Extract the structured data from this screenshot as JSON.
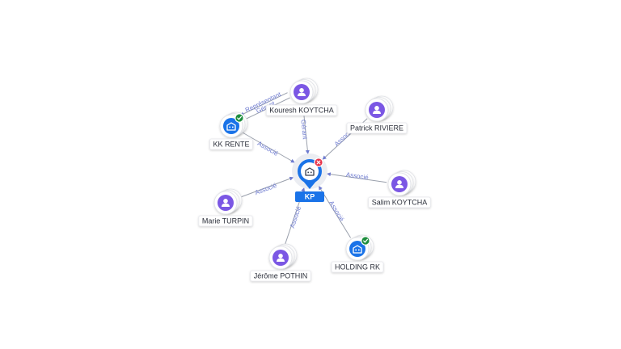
{
  "colors": {
    "person": "#7b57e4",
    "company": "#1a73e8",
    "verified": "#1e8e3e",
    "closed": "#e8334a",
    "edge_label": "#6e7bd0",
    "edge_line": "#9aa0ac"
  },
  "center": {
    "label": "KP",
    "icon": "building-icon",
    "status_icon": "closed-x-icon"
  },
  "nodes": [
    {
      "id": "kouresh",
      "label": "Kouresh KOYTCHA",
      "kind": "person",
      "icon": "person-icon"
    },
    {
      "id": "patrick",
      "label": "Patrick RIVIERE",
      "kind": "person",
      "icon": "person-icon"
    },
    {
      "id": "kkrente",
      "label": "KK RENTE",
      "kind": "company",
      "icon": "building-icon",
      "verified": true
    },
    {
      "id": "salim",
      "label": "Salim KOYTCHA",
      "kind": "person",
      "icon": "person-icon"
    },
    {
      "id": "marie",
      "label": "Marie TURPIN",
      "kind": "person",
      "icon": "person-icon"
    },
    {
      "id": "jerome",
      "label": "Jérôme POTHIN",
      "kind": "person",
      "icon": "person-icon"
    },
    {
      "id": "holding",
      "label": "HOLDING RK",
      "kind": "company",
      "icon": "building-icon",
      "verified": true
    }
  ],
  "edges": [
    {
      "from": "kouresh",
      "to": "kkrente",
      "label": "Gérant"
    },
    {
      "from": "kouresh",
      "to": "kkrente",
      "label": "Représentant"
    },
    {
      "from": "kouresh",
      "to": "center",
      "label": "Gérant"
    },
    {
      "from": "kkrente",
      "to": "center",
      "label": "Associé"
    },
    {
      "from": "patrick",
      "to": "center",
      "label": "Associé"
    },
    {
      "from": "salim",
      "to": "center",
      "label": "Associé"
    },
    {
      "from": "marie",
      "to": "center",
      "label": "Associé"
    },
    {
      "from": "jerome",
      "to": "center",
      "label": "Associé"
    },
    {
      "from": "holding",
      "to": "center",
      "label": "Associé"
    }
  ]
}
